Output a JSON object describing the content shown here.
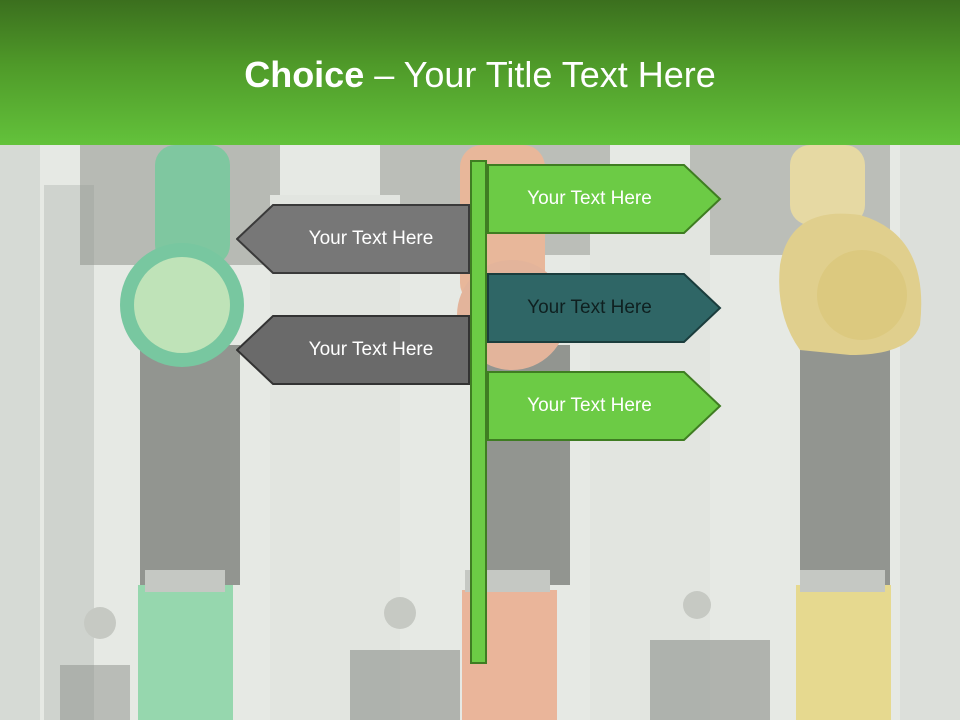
{
  "slide": {
    "title_bold": "Choice",
    "title_rest": " – Your Title Text Here"
  },
  "signs": {
    "right_1": {
      "label": "Your Text Here",
      "fill": "#6ccb45"
    },
    "left_1": {
      "label": "Your Text Here",
      "fill": "#777777"
    },
    "right_2": {
      "label": "Your Text Here",
      "fill": "#2f6666"
    },
    "left_2": {
      "label": "Your Text Here",
      "fill": "#6a6a6a"
    },
    "right_3": {
      "label": "Your Text Here",
      "fill": "#6ccb45"
    }
  },
  "colors": {
    "header_dark": "#3b6f1e",
    "header_light": "#63c23b",
    "pole": "#6ccb45"
  },
  "background_image": "fuel pump nozzles (green, orange, yellow), faded"
}
